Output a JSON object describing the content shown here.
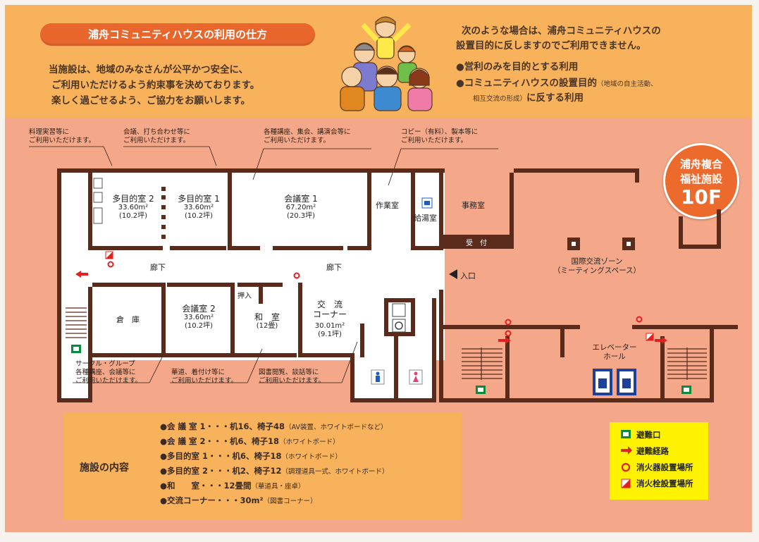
{
  "header": {
    "title": "浦舟コミュニティハウスの利用の仕方",
    "intro_lines": [
      "当施設は、地域のみなさんが公平かつ安全に、",
      "ご利用いただけるよう約束事を決めております。",
      "楽しく過ごせるよう、ご協力をお願いします。"
    ],
    "rules_lines": [
      "次のような場合は、浦舟コミュニティハウスの",
      "設置目的に反しますのでご利用できません。"
    ],
    "rules": [
      {
        "main": "●営利のみを目的とする利用",
        "note": ""
      },
      {
        "main": "●コミュニティハウスの設置目的",
        "note": "（地域の自主活動、"
      },
      {
        "main": "",
        "note": "相互交流の形成）"
      }
    ],
    "rule_suffix": "に反する利用"
  },
  "badge": {
    "line1": "浦舟複合",
    "line2": "福祉施設",
    "floor": "10F"
  },
  "annotations": {
    "cooking": [
      "料理実習等に",
      "ご利用いただけます。"
    ],
    "meeting": [
      "会議、打ち合わせ等に",
      "ご利用いただけます。"
    ],
    "lecture": [
      "各種講座、集会、講演会等に",
      "ご利用いただけます。"
    ],
    "copy": [
      "コピー（有料）、製本等に",
      "ご利用いただけます。"
    ],
    "circle": [
      "サークル・グループ",
      "各種講座、会議等に",
      "ご利用いただけます。"
    ],
    "tea": [
      "華道、着付け等に",
      "ご利用いただけます。"
    ],
    "library": [
      "図書閲覧、談話等に",
      "ご利用いただけます。"
    ]
  },
  "rooms": {
    "multi2": {
      "name": "多目的室 2",
      "area": "33.60m²",
      "tsubo": "(10.2坪)"
    },
    "multi1": {
      "name": "多目的室 1",
      "area": "33.60m²",
      "tsubo": "(10.2坪)"
    },
    "conf1": {
      "name": "会議室 1",
      "area": "67.20m²",
      "tsubo": "(20.3坪)"
    },
    "work": {
      "name": "作業室"
    },
    "kitchen": {
      "name": "給湯室"
    },
    "office": {
      "name": "事務室"
    },
    "reception": {
      "name": "受　付"
    },
    "storage": {
      "name": "倉　庫"
    },
    "conf2": {
      "name": "会議室 2",
      "area": "33.60m²",
      "tsubo": "(10.2坪)"
    },
    "closet": {
      "name": "押入"
    },
    "washitsu": {
      "name": "和　室",
      "size": "(12畳)"
    },
    "lounge": {
      "name1": "交　流",
      "name2": "コーナー",
      "area": "30.01m²",
      "tsubo": "(9.1坪)"
    },
    "corridor_left": "廊下",
    "corridor_right": "廊下",
    "entrance": "入口",
    "intl_zone": [
      "国際交流ゾーン",
      "（ミーティングスペース）"
    ],
    "elevator_hall": [
      "エレベーター",
      "ホール"
    ]
  },
  "facilities": {
    "heading": "施設の内容",
    "items": [
      {
        "main": "●会 議 室 1・・・机16、椅子48",
        "note": "（AV装置、ホワイトボードなど）"
      },
      {
        "main": "●会 議 室 2・・・机6、椅子18",
        "note": "（ホワイトボード）"
      },
      {
        "main": "●多目的室 1・・・机6、椅子18",
        "note": "（ホワイトボード）"
      },
      {
        "main": "●多目的室 2・・・机2、椅子12",
        "note": "（調理道具一式、ホワイトボード）"
      },
      {
        "main": "●和　　室・・・12畳間",
        "note": "（華道具・座卓）"
      },
      {
        "main": "●交流コーナー・・・30m²",
        "note": "（図書コーナー）"
      }
    ]
  },
  "legend": {
    "items": [
      {
        "label": "避難口",
        "icon": "exit-icon"
      },
      {
        "label": "避難経路",
        "icon": "arrow-icon"
      },
      {
        "label": "消火器設置場所",
        "icon": "extinguisher-icon"
      },
      {
        "label": "消火栓設置場所",
        "icon": "hydrant-icon"
      }
    ]
  },
  "colors": {
    "accent": "#e8662b",
    "top_band": "#f8b25c",
    "background": "#f4a889",
    "legend": "#fff200",
    "wall": "#5a2a1a",
    "route": "#e41f1f"
  }
}
